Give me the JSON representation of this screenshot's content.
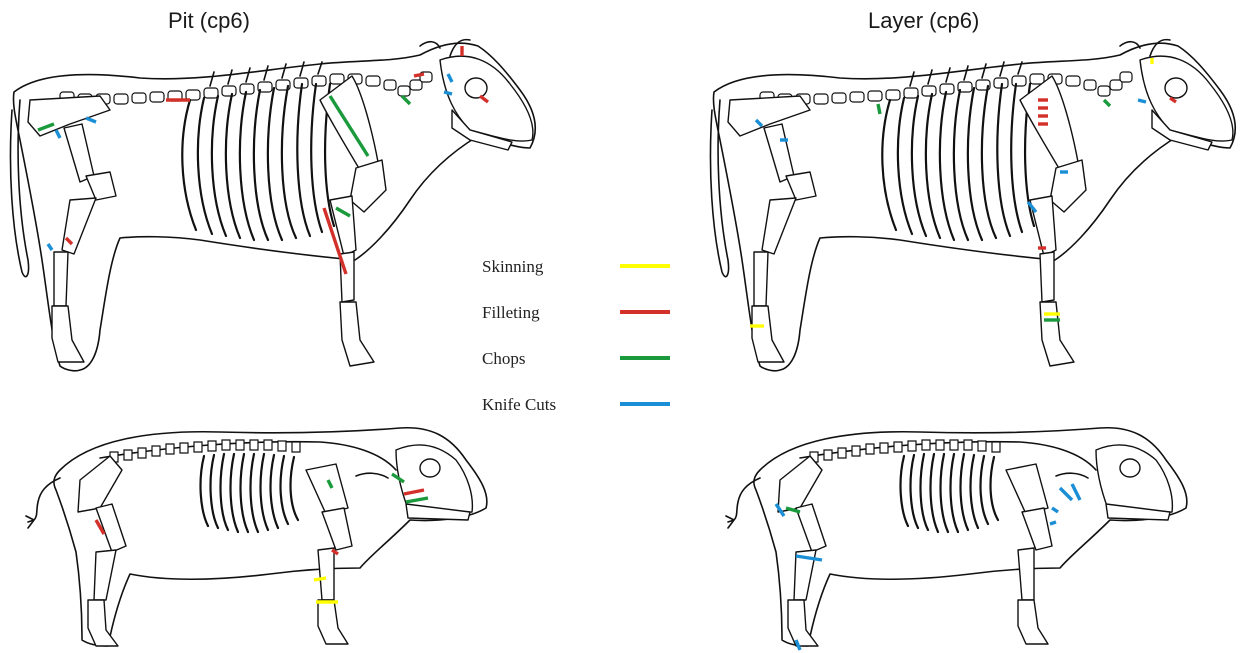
{
  "titles": {
    "pit": "Pit (cp6)",
    "layer": "Layer (cp6)"
  },
  "legend": [
    {
      "label": "Skinning",
      "color": "#ffff00"
    },
    {
      "label": "Filleting",
      "color": "#d4302a"
    },
    {
      "label": "Chops",
      "color": "#1a9a3c"
    },
    {
      "label": "Knife Cuts",
      "color": "#1a8fd6"
    }
  ]
}
